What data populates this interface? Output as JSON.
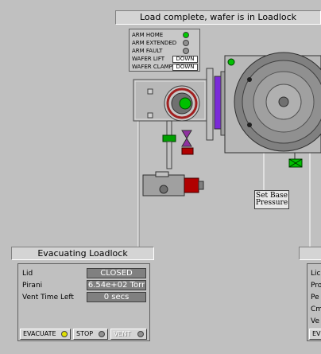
{
  "status": {
    "message": "Load complete, wafer is in Loadlock"
  },
  "arm_panel": {
    "rows": [
      {
        "label": "ARM HOME",
        "led": "#00cc00"
      },
      {
        "label": "ARM EXTENDED",
        "led": "#909090"
      },
      {
        "label": "ARM FAULT",
        "led": "#909090"
      }
    ],
    "wafer_lift": {
      "label": "WAFER LIFT",
      "state": "DOWN"
    },
    "wafer_clamp": {
      "label": "WAFER CLAMP",
      "state": "DOWN"
    }
  },
  "set_base_pressure": {
    "line1": "Set Base",
    "line2": "Pressure"
  },
  "loadlock_panel": {
    "title": "Evacuating Loadlock",
    "fields": [
      {
        "label": "Lid",
        "value": "CLOSED"
      },
      {
        "label": "Pirani",
        "value": "6.54e+02 Torr"
      },
      {
        "label": "Vent Time Left",
        "value": "0 secs"
      }
    ],
    "buttons": {
      "evacuate": {
        "label": "EVACUATE",
        "led": "#e0e000"
      },
      "stop": {
        "label": "STOP",
        "led": "#909090"
      },
      "vent": {
        "label": "VENT",
        "led": "#909090"
      }
    }
  },
  "right_panel": {
    "labels": [
      "Lic",
      "Pro",
      "Pe",
      "Cm",
      "Ve"
    ],
    "button_fragment": "EV"
  },
  "colors": {
    "led_green": "#00cc00",
    "led_off": "#909090",
    "led_yellow": "#e0e000",
    "valve_green": "#00a000",
    "valve_red": "#b00000",
    "valve_purple": "#9030a0",
    "chamber_purple": "#7a2ad8"
  }
}
